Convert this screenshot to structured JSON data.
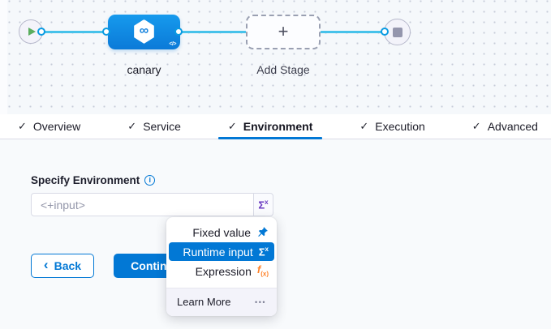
{
  "colors": {
    "primary_blue": "#0278d5",
    "pipe_line_blue": "#47c2ea",
    "runtime_purple": "#6938c0",
    "expression_orange": "#ff832b",
    "canvas_bg": "#f5f8fb",
    "content_bg": "#f8fafc"
  },
  "pipeline": {
    "stage": {
      "label": "canary",
      "infinity_glyph": "∞",
      "code_glyph": "</>"
    },
    "add_stage": {
      "label": "Add Stage",
      "plus_glyph": "+"
    }
  },
  "tabs": {
    "check_glyph": "✓",
    "items": [
      {
        "label": "Overview",
        "active": false
      },
      {
        "label": "Service",
        "active": false
      },
      {
        "label": "Environment",
        "active": true
      },
      {
        "label": "Execution",
        "active": false
      },
      {
        "label": "Advanced",
        "active": false
      }
    ]
  },
  "form": {
    "label": "Specify Environment",
    "info_glyph": "i",
    "input": {
      "value": "",
      "placeholder": "<+input>"
    },
    "sigma": {
      "base": "Σ",
      "sup": "x"
    }
  },
  "dropdown": {
    "items": [
      {
        "label": "Fixed value",
        "icon": "pin-icon",
        "selected": false
      },
      {
        "label": "Runtime input",
        "icon": "sigma-icon",
        "selected": true
      },
      {
        "label": "Expression",
        "icon": "fx-icon",
        "selected": false
      }
    ],
    "sigma": {
      "base": "Σ",
      "sup": "x"
    },
    "fx": {
      "base": "f",
      "sub": "(x)"
    },
    "footer": {
      "label": "Learn More",
      "more_glyph": "•••"
    }
  },
  "actions": {
    "back": {
      "chevron": "‹",
      "label": "Back"
    },
    "continue_label": "Continue"
  }
}
